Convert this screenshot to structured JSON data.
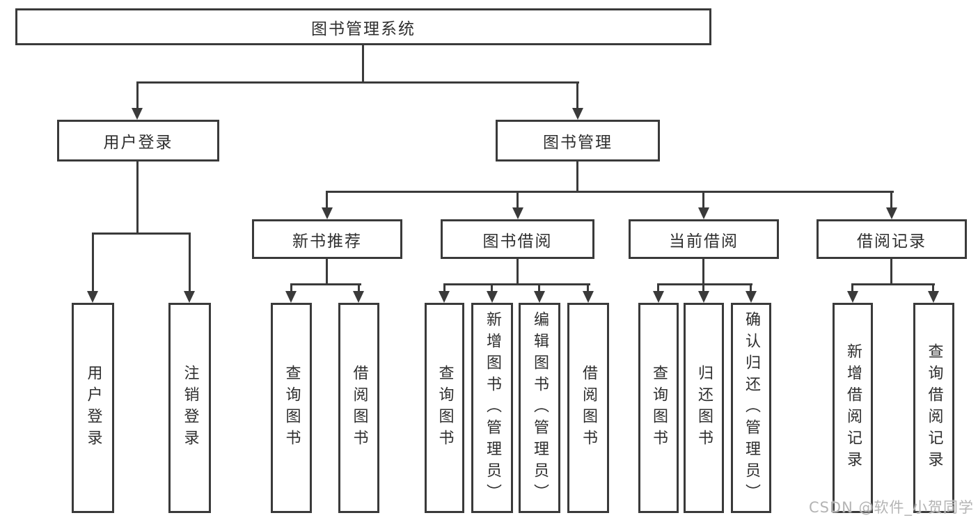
{
  "diagram": {
    "root": {
      "label": "图书管理系统"
    },
    "l2": [
      {
        "label": "用户登录"
      },
      {
        "label": "图书管理"
      }
    ],
    "l3": [
      {
        "label": "新书推荐"
      },
      {
        "label": "图书借阅"
      },
      {
        "label": "当前借阅"
      },
      {
        "label": "借阅记录"
      }
    ],
    "leaves": [
      {
        "label": "用户登录"
      },
      {
        "label": "注销登录"
      },
      {
        "label": "查询图书"
      },
      {
        "label": "借阅图书"
      },
      {
        "label": "查询图书"
      },
      {
        "label": "新增图书（管理员）"
      },
      {
        "label": "编辑图书（管理员）"
      },
      {
        "label": "借阅图书"
      },
      {
        "label": "查询图书"
      },
      {
        "label": "归还图书"
      },
      {
        "label": "确认归还（管理员）"
      },
      {
        "label": "新增借阅记录"
      },
      {
        "label": "查询借阅记录"
      }
    ]
  },
  "watermark": {
    "text": "CSDN @软件_小贺同学"
  },
  "colors": {
    "line": "#3a3a3a",
    "background": "#ffffff",
    "watermark": "#b4b4b4"
  }
}
